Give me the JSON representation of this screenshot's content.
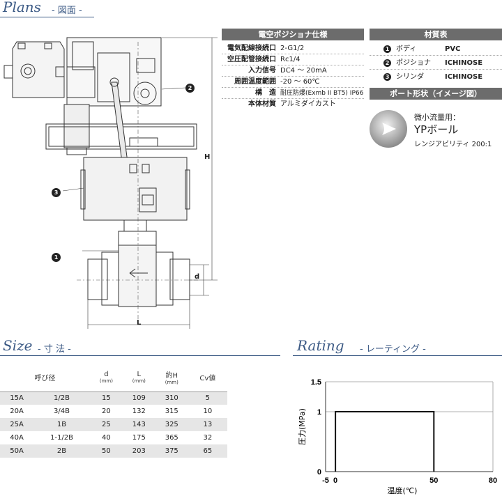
{
  "plans": {
    "title": "Plans",
    "subtitle": "- 図面 -"
  },
  "spec": {
    "header": "電空ポジショナ仕様",
    "rows": [
      {
        "key": "電気配線接続口",
        "value": "2-G1/2"
      },
      {
        "key": "空圧配管接続口",
        "value": "Rc1/4"
      },
      {
        "key": "入力信号",
        "value": "DC4 ～ 20mA"
      },
      {
        "key": "周囲温度範囲",
        "value": "-20 ～ 60℃"
      },
      {
        "key": "構　造",
        "value": "耐圧防爆(Exmb II BT5) IP66"
      },
      {
        "key": "本体材質",
        "value": "アルミダイカスト"
      }
    ]
  },
  "materials": {
    "header": "材質表",
    "rows": [
      {
        "num": "1",
        "part": "ボディ",
        "material": "PVC"
      },
      {
        "num": "2",
        "part": "ポジショナ",
        "material": "ICHINOSE"
      },
      {
        "num": "3",
        "part": "シリンダ",
        "material": "ICHINOSE"
      }
    ]
  },
  "port": {
    "header": "ポート形状（イメージ図）",
    "line1": "微小流量用：",
    "line2": "YPボール",
    "line3": "レンジアビリティ 200:1"
  },
  "drawing": {
    "callouts": [
      "1",
      "2",
      "3"
    ],
    "dim_h": "H",
    "dim_d": "d",
    "dim_l": "L"
  },
  "size": {
    "title": "Size",
    "subtitle": "- 寸 法 -",
    "headers": {
      "yobikei": "呼び径",
      "d": "d",
      "l": "L",
      "h": "約H",
      "cv": "Cv値",
      "unit": "(mm)"
    },
    "rows": [
      [
        "15A",
        "1/2B",
        "15",
        "109",
        "310",
        "5"
      ],
      [
        "20A",
        "3/4B",
        "20",
        "132",
        "315",
        "10"
      ],
      [
        "25A",
        "1B",
        "25",
        "143",
        "325",
        "13"
      ],
      [
        "40A",
        "1-1/2B",
        "40",
        "175",
        "365",
        "32"
      ],
      [
        "50A",
        "2B",
        "50",
        "203",
        "375",
        "65"
      ]
    ]
  },
  "rating": {
    "title": "Rating",
    "subtitle": "- レーティング -"
  },
  "chart_data": {
    "type": "line",
    "xlabel": "温度(℃)",
    "ylabel": "圧力(MPa)",
    "xlim": [
      -5,
      80
    ],
    "ylim": [
      0,
      1.5
    ],
    "xticks": [
      "-5",
      "0",
      "50",
      "80"
    ],
    "yticks": [
      "0",
      "1",
      "1.5"
    ],
    "series": [
      {
        "x": [
          0,
          0,
          50,
          50
        ],
        "y": [
          0,
          1,
          1,
          0
        ]
      }
    ],
    "grid": true
  }
}
